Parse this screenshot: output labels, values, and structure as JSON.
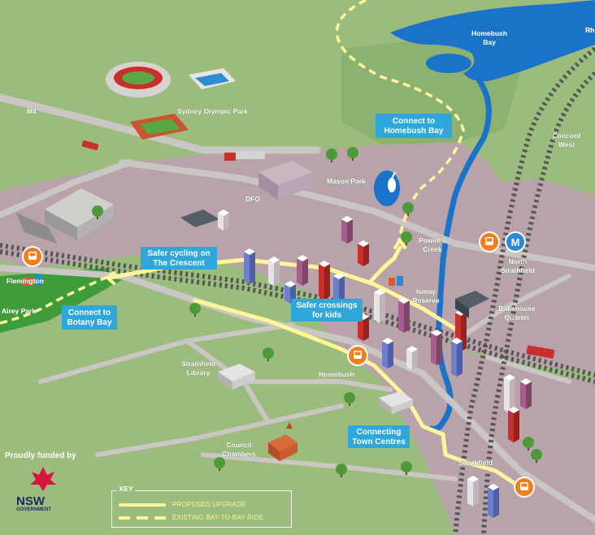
{
  "places": {
    "homebush_bay": "Homebush\nBay",
    "rhodes": "Rh",
    "m4": "M4",
    "sydney_olympic_park": "Sydney Olympic Park",
    "concord_west": "Concord\nWest",
    "mason_park": "Mason Park",
    "dfo": "DFO",
    "powells_creek": "Powell's\nCreek",
    "north_strathfield": "North\nStrathfield",
    "ismay_reserve": "Ismay\nReserve",
    "bakehouse_quarter": "Bakehouse\nQuarter",
    "flemington": "Flemington",
    "airey_park": "Airey Park",
    "strathfield_library": "Strathfield\nLibrary",
    "homebush": "Homebush",
    "council_chambers": "Council\nChambers",
    "strathfield": "Strathfield"
  },
  "callouts": {
    "connect_homebush_bay": "Connect to\nHomebush Bay",
    "safer_cycling": "Safer cycling on\nThe Crescent",
    "safer_crossings": "Safer crossings\nfor kids",
    "connect_botany_bay": "Connect to\nBotany Bay",
    "connecting_town_centres": "Connecting\nTown Centres"
  },
  "metro_badge": "M",
  "funding": {
    "label": "Proudly funded by",
    "logo_text": "NSW",
    "logo_subtext": "GOVERNMENT"
  },
  "key": {
    "title": "KEY",
    "proposed": "PROPOSED UPGRADE",
    "existing": "EXISTING BAY-TO-BAY RIDE"
  },
  "colors": {
    "grass": "#9cbc7e",
    "urban": "#b6a0a8",
    "water": "#1a73c9",
    "proposed_route": "#fff59a",
    "callout": "#2fa7db",
    "station": "#f07f1c",
    "metro": "#2b8ad8"
  }
}
